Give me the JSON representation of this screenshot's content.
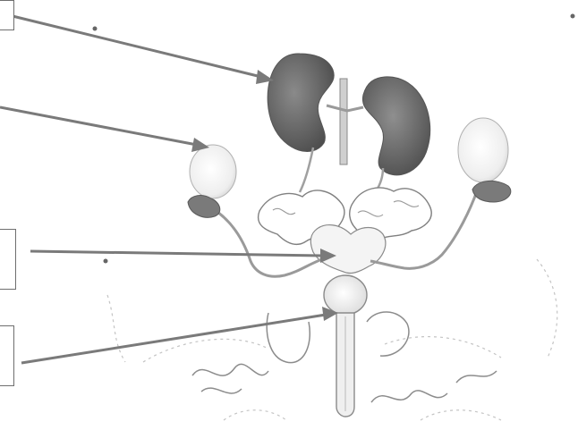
{
  "labels": [
    {
      "id": "label-1",
      "text": ""
    },
    {
      "id": "label-2",
      "text": ""
    },
    {
      "id": "label-3",
      "text": ""
    },
    {
      "id": "label-4",
      "text": ""
    }
  ],
  "colors": {
    "arrow": "#7a7a7a",
    "kidney": "#6b6b6b",
    "sketch": "#9a9a9a",
    "label_border": "#6e6e6e"
  }
}
